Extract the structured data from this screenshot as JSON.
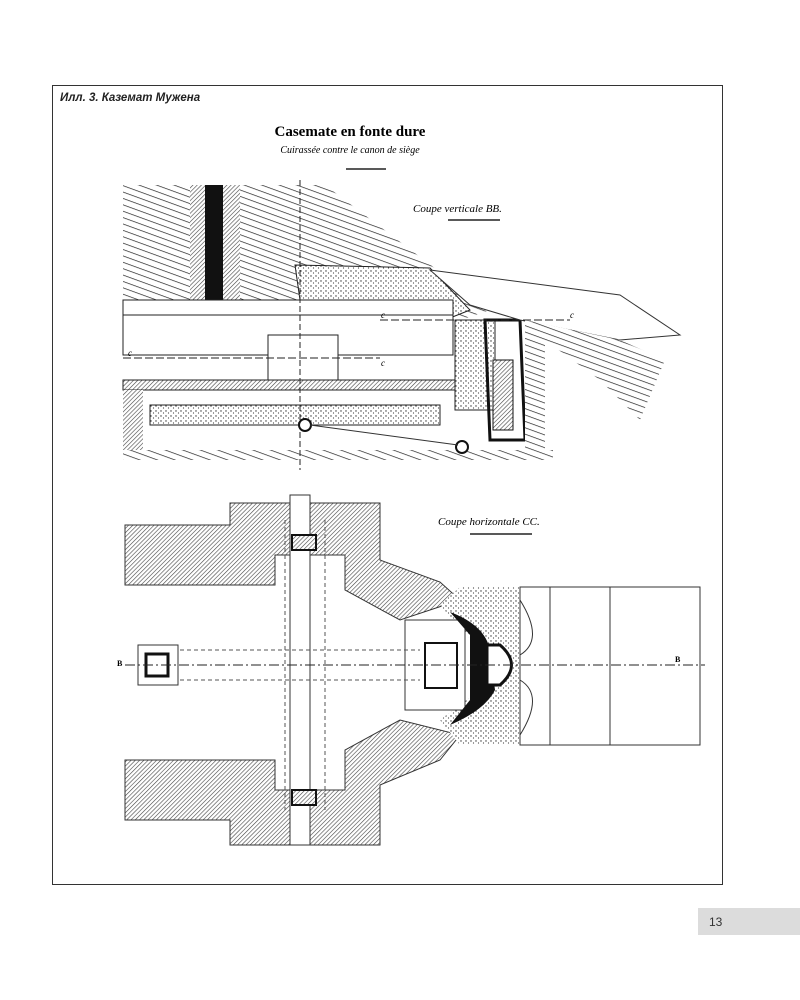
{
  "figure": {
    "caption": "Илл. 3. Каземат Мужена",
    "title": "Casemate en fonte dure",
    "subtitle": "Cuirassée contre le canon de siège",
    "section_vertical_label": "Coupe verticale BB.",
    "section_horizontal_label": "Coupe horizontale CC.",
    "markers": {
      "c_left": "c",
      "c_mid": "c",
      "c_right": "c",
      "c_far": "c",
      "b_left": "B",
      "b_right": "B"
    }
  },
  "page": {
    "number": "13"
  }
}
